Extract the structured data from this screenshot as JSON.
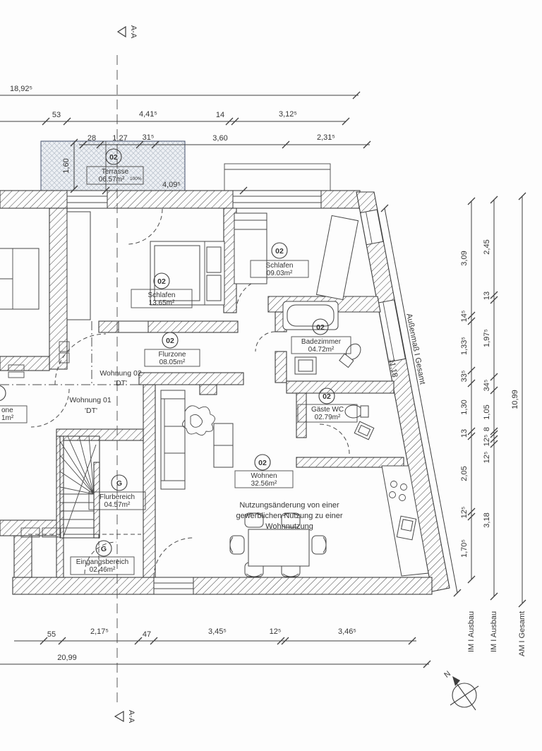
{
  "drawing": {
    "section_label": "A-A",
    "north_label": "N",
    "note_line1": "Nutzungsänderung von einer",
    "note_line2": "gewerblichen Nutzung zu einer",
    "note_line3": "Wohnnutzung"
  },
  "rooms": {
    "terrasse": {
      "tag": "02",
      "name": "Terrasse",
      "area": "06.57m²",
      "area_suffix": "· 100%"
    },
    "schlafen1": {
      "tag": "02",
      "name": "Schlafen",
      "area": "13.65m²"
    },
    "schlafen2": {
      "tag": "02",
      "name": "Schlafen",
      "area": "09.03m²"
    },
    "flurzone": {
      "tag": "02",
      "name": "Flurzone",
      "area": "08.05m²"
    },
    "badezimmer": {
      "tag": "02",
      "name": "Badezimmer",
      "area": "04.72m²"
    },
    "gaeste_wc": {
      "tag": "02",
      "name": "Gäste WC",
      "area": "02.79m²"
    },
    "wohnen": {
      "tag": "02",
      "name": "Wohnen",
      "area": "32.56m²"
    },
    "flurbereich": {
      "tag": "G",
      "name": "Flurbereich",
      "area": "04.57m²"
    },
    "eingangsbereich": {
      "tag": "G",
      "name": "Eingangsbereich",
      "area": "02.46m²"
    }
  },
  "apartments": {
    "wohnung02": {
      "line1": "Wohnung 02",
      "line2": "'DT'"
    },
    "wohnung01": {
      "line1": "Wohnung 01",
      "line2": "'DT'"
    },
    "left_partial": {
      "name_fragment": "one",
      "area_fragment": "1m²"
    }
  },
  "dims": {
    "top_total": "18,92⁵",
    "top_row2": [
      "53",
      "4,41⁵",
      "14",
      "3,12⁵"
    ],
    "top_row3": [
      "28",
      "1,27",
      "31⁵",
      "3,60",
      "2,31⁵"
    ],
    "terrace_height": "1,60",
    "terrace_width": "4,09⁵",
    "bottom_row": [
      "55",
      "2,17⁵",
      "47",
      "3,45⁵",
      "12⁵",
      "3,46⁵"
    ],
    "bottom_total": "20,99",
    "chain_inner": {
      "label": "IM I Ausbau",
      "values": [
        "3,09",
        "14⁵",
        "1,33⁵",
        "33⁵",
        "1,30",
        "13",
        "2,05",
        "12⁵",
        "1,70⁵"
      ]
    },
    "chain_mid": {
      "label": "IM I Ausbau",
      "values": [
        "2,45",
        "13",
        "1,97⁵",
        "34⁵",
        "1,05",
        "8",
        "12⁵",
        "12⁵",
        "3,18"
      ]
    },
    "chain_outer": {
      "label": "AM I Gesamt",
      "values": [
        "10,99"
      ]
    },
    "diagonal": {
      "label": "Außenmaß I Gesamt",
      "value": "11,18"
    }
  }
}
